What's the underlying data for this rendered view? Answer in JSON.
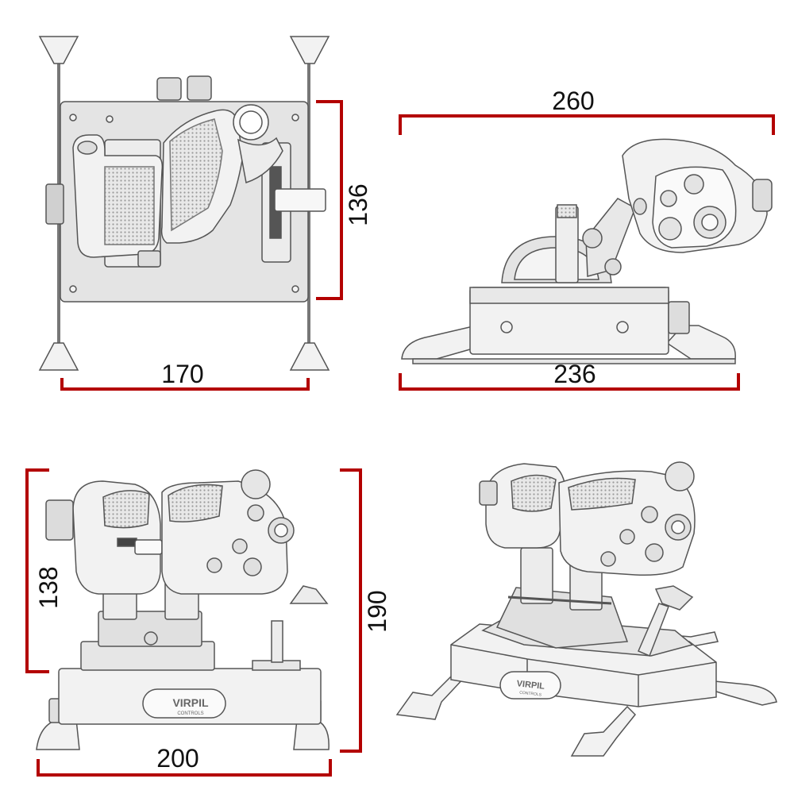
{
  "colors": {
    "dimension_line": "#b30000",
    "dimension_text": "#111111",
    "body_fill": "#f2f2f2",
    "body_stroke": "#555555",
    "panel_fill": "#e4e4e4",
    "grip_fill": "#d9d9d9",
    "background": "#ffffff"
  },
  "views": {
    "top": {
      "dim_horizontal": "170",
      "dim_vertical": "136"
    },
    "side": {
      "dim_top": "260",
      "dim_bottom": "236"
    },
    "front": {
      "dim_left": "138",
      "dim_right": "190",
      "dim_bottom": "200",
      "brand": "VIRPIL",
      "brand_sub": "CONTROLS"
    },
    "iso": {
      "brand": "VIRPIL",
      "brand_sub": "CONTROLS"
    }
  }
}
